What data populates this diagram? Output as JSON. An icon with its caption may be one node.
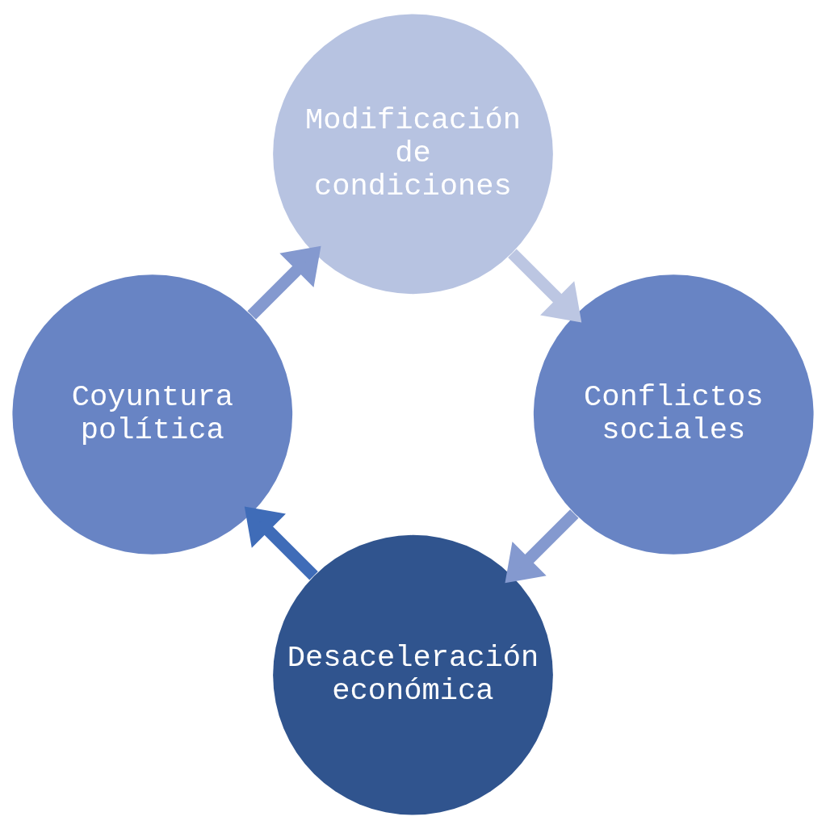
{
  "diagram": {
    "nodes": [
      {
        "text": [
          "Desaceleración económica"
        ]
      },
      {
        "text": [
          "Conflictos sociales"
        ]
      },
      {
        "text": [
          "Coyuntura política"
        ]
      },
      {
        "text": [
          "Modificación de condiciones"
        ]
      }
    ],
    "edges": [
      {
        "from": 0,
        "to": 2,
        "arrow": "to",
        "color": "#3f6cb8"
      },
      {
        "from": 2,
        "to": 3,
        "arrow": "to"
      },
      {
        "from": 3,
        "to": 1,
        "arrow": "to",
        "color": "#bcc6e2"
      },
      {
        "from": 1,
        "to": 0,
        "arrow": "to"
      }
    ]
  }
}
